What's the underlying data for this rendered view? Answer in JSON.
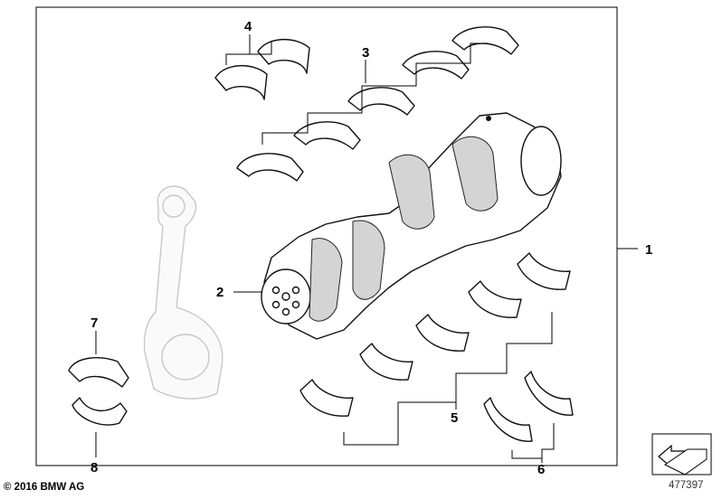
{
  "diagram": {
    "callouts": [
      "1",
      "2",
      "3",
      "4",
      "5",
      "6",
      "7",
      "8"
    ],
    "copyright": "© 2016 BMW AG",
    "part_number": "477397",
    "icons": [
      "crankshaft",
      "main-bearing-shell",
      "connecting-rod",
      "thrust-bearing",
      "conrod-bearing-shell",
      "navigation-arrow-icon"
    ]
  }
}
